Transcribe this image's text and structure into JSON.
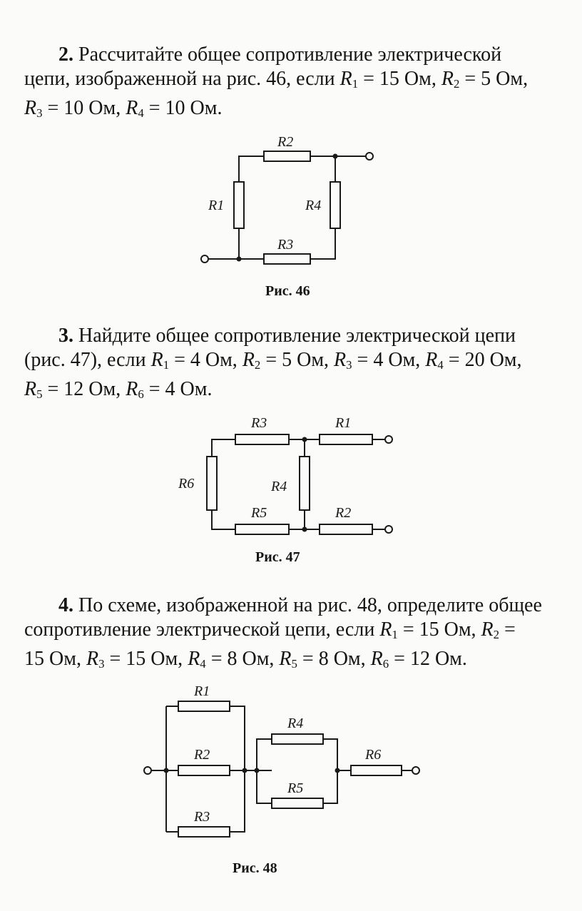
{
  "problems": [
    {
      "number": "2.",
      "lines": [
        "Рассчитайте общее сопротивление электрической",
        "цепи, изображенной на рис. 46, если R1 = 15 Ом, R2 = 5 Ом,",
        "R3 = 10 Ом, R4 = 10 Ом."
      ],
      "figure": {
        "caption": "Рис. 46",
        "labels": {
          "r1": "R1",
          "r2": "R2",
          "r3": "R3",
          "r4": "R4"
        }
      }
    },
    {
      "number": "3.",
      "lines": [
        "Найдите общее сопротивление электрической цепи",
        "(рис. 47), если R1 = 4 Ом, R2 = 5 Ом, R3 = 4 Ом, R4 = 20 Ом,",
        "R5 = 12 Ом, R6 = 4 Ом."
      ],
      "figure": {
        "caption": "Рис. 47",
        "labels": {
          "r1": "R1",
          "r2": "R2",
          "r3": "R3",
          "r4": "R4",
          "r5": "R5",
          "r6": "R6"
        }
      }
    },
    {
      "number": "4.",
      "lines": [
        "По схеме, изображенной на рис. 48, определите общее",
        "сопротивление электрической цепи, если R1 = 15 Ом, R2 =",
        "15 Ом, R3 = 15 Ом, R4 = 8 Ом, R5 = 8 Ом, R6 = 12 Ом."
      ],
      "figure": {
        "caption": "Рис. 48",
        "labels": {
          "r1": "R1",
          "r2": "R2",
          "r3": "R3",
          "r4": "R4",
          "r5": "R5",
          "r6": "R6"
        }
      }
    }
  ]
}
